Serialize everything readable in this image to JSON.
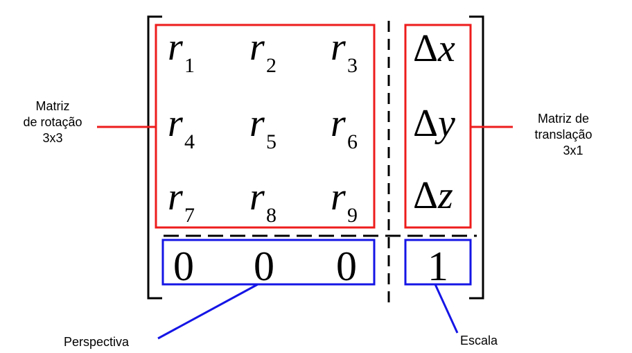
{
  "matrix": {
    "rotation": [
      {
        "base": "r",
        "sub": "1"
      },
      {
        "base": "r",
        "sub": "2"
      },
      {
        "base": "r",
        "sub": "3"
      },
      {
        "base": "r",
        "sub": "4"
      },
      {
        "base": "r",
        "sub": "5"
      },
      {
        "base": "r",
        "sub": "6"
      },
      {
        "base": "r",
        "sub": "7"
      },
      {
        "base": "r",
        "sub": "8"
      },
      {
        "base": "r",
        "sub": "9"
      }
    ],
    "translation": [
      {
        "delta": "Δ",
        "var": "x"
      },
      {
        "delta": "Δ",
        "var": "y"
      },
      {
        "delta": "Δ",
        "var": "z"
      }
    ],
    "perspective": [
      "0",
      "0",
      "0"
    ],
    "scale": "1"
  },
  "labels": {
    "rotation": [
      "Matriz",
      "de rotação",
      "3x3"
    ],
    "translation": [
      "Matriz de",
      "translação",
      "3x1"
    ],
    "perspective": "Perspectiva",
    "scale": "Escala"
  },
  "colors": {
    "red_box": "#ee1c1c",
    "blue_box": "#1515e6",
    "ink": "#000000"
  }
}
